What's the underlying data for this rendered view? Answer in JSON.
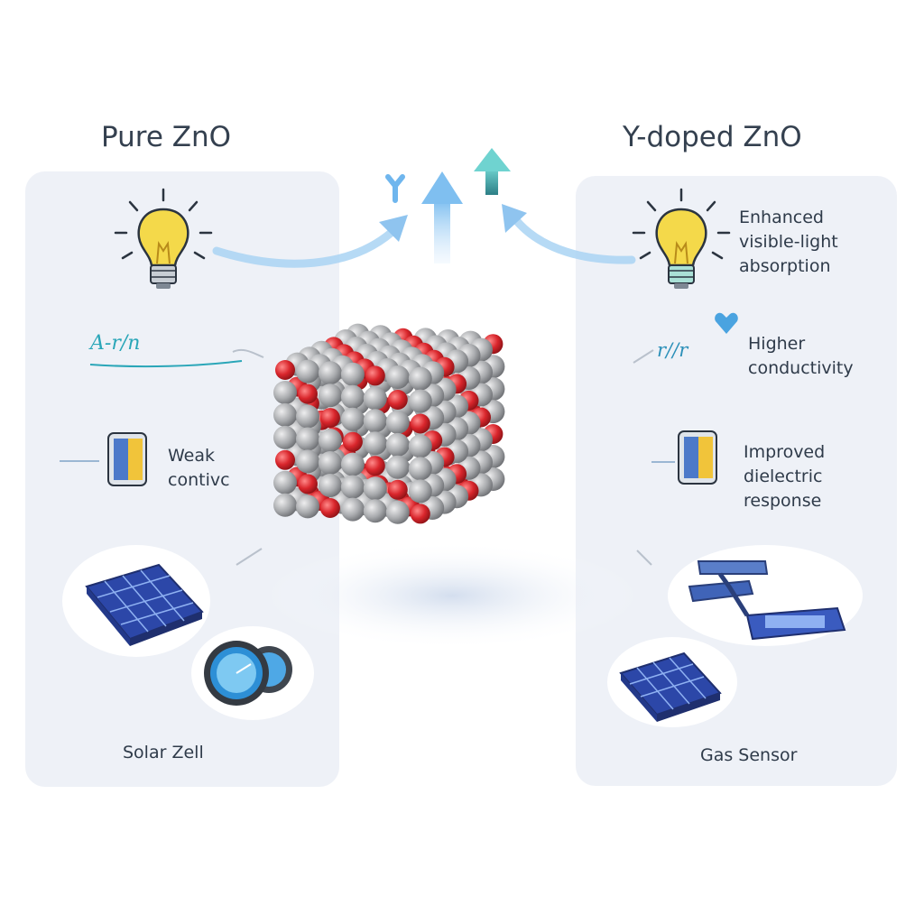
{
  "left": {
    "title": "Pure ZnO",
    "scribble": "A-r/n",
    "conduct_label": "Weak\ncontivc",
    "app_label": "Solar Zell"
  },
  "right": {
    "title": "Y-doped ZnO",
    "scribble": "r//r",
    "absorption_label": "Enhanced\nvisible-light\nabsorption",
    "conductivity_label": "Higher\nconductivity",
    "dielectric_label": "Improved\ndielectric\nresponse",
    "app_label": "Gas Sensor"
  },
  "colors": {
    "panel_bg": "#eef1f7",
    "oxygen_atom": "#d9262c",
    "zinc_atom": "#a8aaad",
    "arrow_blue": "#8fc4ef",
    "arrow_teal": "#5cc6c9",
    "bulb_yellow": "#f4d94a",
    "device_blue": "#3a5bbf"
  },
  "icons": [
    "lightbulb-icon",
    "capacitor-icon",
    "solar-cell-icon",
    "gauge-icon",
    "gas-sensor-icon",
    "up-arrow-icon",
    "crystal-lattice"
  ]
}
